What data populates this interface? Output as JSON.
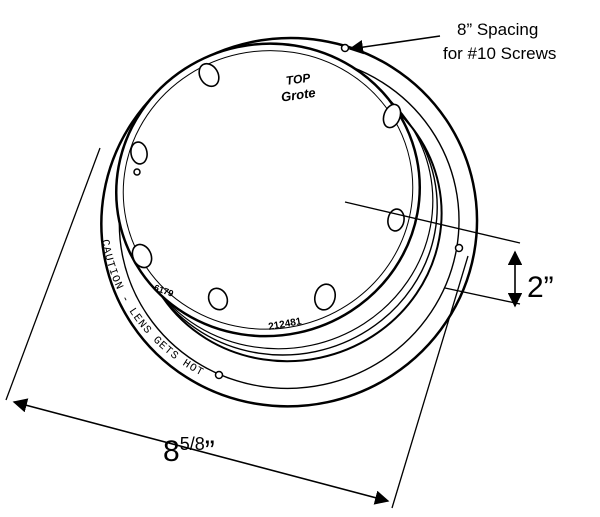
{
  "callout": {
    "line1": "8” Spacing",
    "line2": "for #10 Screws"
  },
  "dimensions": {
    "depth": "2”",
    "diameter_whole": "8",
    "diameter_fraction": "5/8",
    "diameter_mark": "”"
  },
  "lens_markings": {
    "top": "TOP",
    "brand": "Grote",
    "part_left": "6179",
    "part_right": "212481"
  },
  "flange_text": "CAUTION - LENS GETS HOT"
}
